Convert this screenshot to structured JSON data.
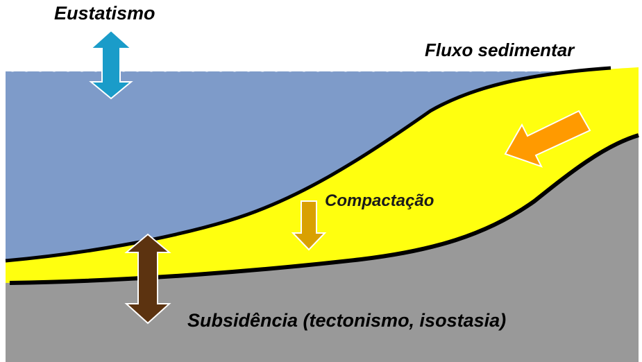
{
  "labels": {
    "eustatismo": "Eustatismo",
    "fluxo_sedimentar": "Fluxo sedimentar",
    "compactacao": "Compactação",
    "subsidencia": "Subsidência (tectonismo, isostasia)"
  },
  "colors": {
    "water": "#7e9bc9",
    "sediment": "#ffff0f",
    "basement": "#999999",
    "boundary_line": "#000000",
    "eustatismo_arrow": "#1a9cc9",
    "fluxo_arrow": "#ff9a00",
    "compactacao_arrow": "#d9a000",
    "subsidencia_arrow": "#5c3310"
  },
  "icons": {
    "eustatismo": "double-vertical-arrow-icon",
    "fluxo_sedimentar": "left-down-arrow-icon",
    "compactacao": "down-arrow-icon",
    "subsidencia": "double-vertical-arrow-icon"
  }
}
